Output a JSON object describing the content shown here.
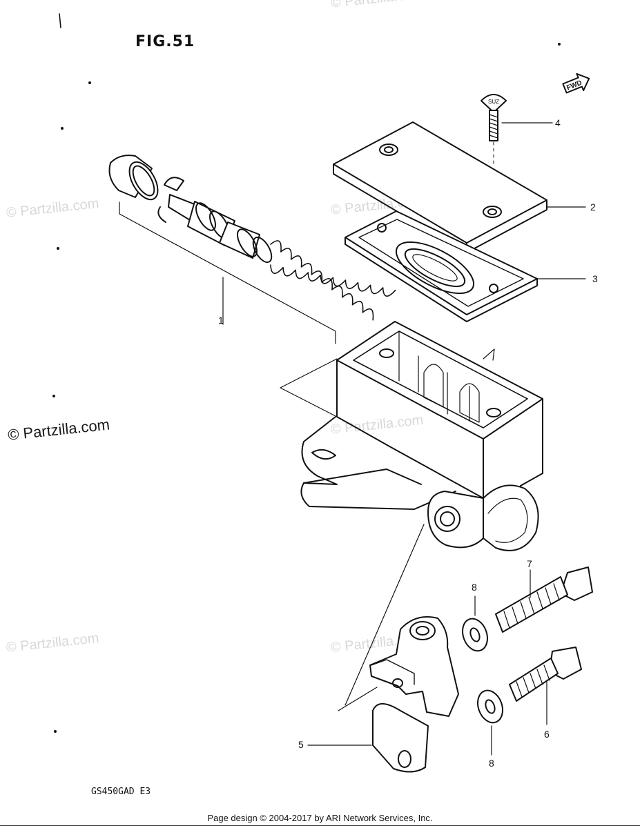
{
  "figure": {
    "title": "FIG.51",
    "model_code": "GS450GAD E3"
  },
  "direction_badge": "FWD",
  "screw_head_mark": "SUZ",
  "callouts": [
    "1",
    "2",
    "3",
    "4",
    "5",
    "6",
    "7",
    "8",
    "8"
  ],
  "watermarks": {
    "primary": "© Partzilla.com",
    "faded": [
      "© Partzilla.com",
      "© Partzilla.com",
      "© Partzilla.com",
      "© Partzilla.com",
      "© Partzilla.com",
      "© Partzilla.com"
    ]
  },
  "footer": {
    "copyright": "Page design © 2004-2017 by ARI Network Services, Inc."
  }
}
